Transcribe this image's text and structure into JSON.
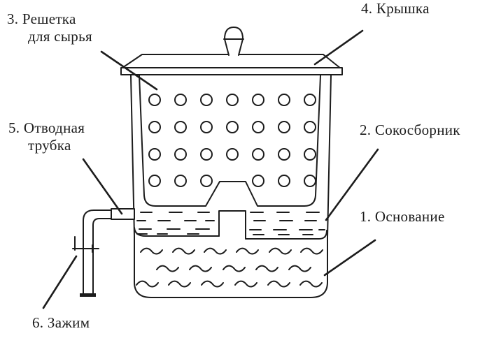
{
  "colors": {
    "ink": "#1c1c1c",
    "paper": "#ffffff"
  },
  "callouts": {
    "base": {
      "text": "1. Основание"
    },
    "collector": {
      "text": "2. Сокосборник"
    },
    "grate": {
      "line1": "3. Решетка",
      "line2": "для сырья"
    },
    "lid": {
      "text": "4. Крышка"
    },
    "outlet_tube": {
      "line1": "5. Отводная",
      "line2": "трубка"
    },
    "clamp": {
      "text": "6. Зажим"
    }
  }
}
